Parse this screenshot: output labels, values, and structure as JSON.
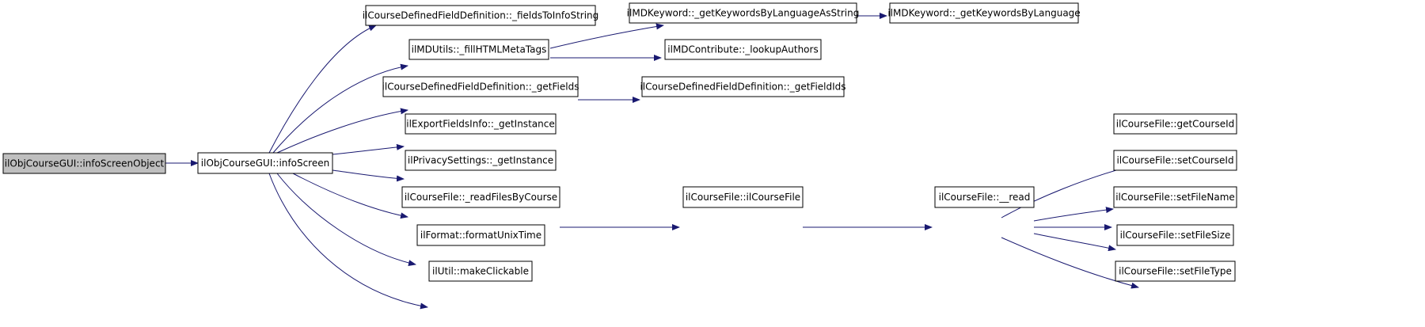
{
  "colors": {
    "edge": "#191970",
    "node_fill": "#ffffff",
    "root_fill": "#bfbfbf",
    "node_border": "#000000"
  },
  "nodes": {
    "root": "ilObjCourseGUI::infoScreenObject",
    "infoScreen": "ilObjCourseGUI::infoScreen",
    "fieldsToInfoString": "ilCourseDefinedFieldDefinition::_fieldsToInfoString",
    "fillHTMLMetaTags": "ilMDUtils::_fillHTMLMetaTags",
    "getFields": "ilCourseDefinedFieldDefinition::_getFields",
    "exportGetInstance": "ilExportFieldsInfo::_getInstance",
    "privacyGetInstance": "ilPrivacySettings::_getInstance",
    "readFilesByCourse": "ilCourseFile::_readFilesByCourse",
    "formatUnixTime": "ilFormat::formatUnixTime",
    "makeClickable": "ilUtil::makeClickable",
    "kwAsString": "ilMDKeyword::_getKeywordsByLanguageAsString",
    "kwByLang": "ilMDKeyword::_getKeywordsByLanguage",
    "lookupAuthors": "ilMDContribute::_lookupAuthors",
    "getFieldIds": "ilCourseDefinedFieldDefinition::_getFieldIds",
    "courseFileCtor": "ilCourseFile::ilCourseFile",
    "read": "ilCourseFile::__read",
    "getCourseId": "ilCourseFile::getCourseId",
    "setCourseId": "ilCourseFile::setCourseId",
    "setFileName": "ilCourseFile::setFileName",
    "setFileSize": "ilCourseFile::setFileSize",
    "setFileType": "ilCourseFile::setFileType"
  },
  "edges": [
    [
      "root",
      "infoScreen"
    ],
    [
      "infoScreen",
      "fieldsToInfoString"
    ],
    [
      "infoScreen",
      "fillHTMLMetaTags"
    ],
    [
      "infoScreen",
      "getFields"
    ],
    [
      "infoScreen",
      "exportGetInstance"
    ],
    [
      "infoScreen",
      "privacyGetInstance"
    ],
    [
      "infoScreen",
      "readFilesByCourse"
    ],
    [
      "infoScreen",
      "formatUnixTime"
    ],
    [
      "infoScreen",
      "makeClickable"
    ],
    [
      "fillHTMLMetaTags",
      "kwAsString"
    ],
    [
      "fillHTMLMetaTags",
      "lookupAuthors"
    ],
    [
      "kwAsString",
      "kwByLang"
    ],
    [
      "getFields",
      "getFieldIds"
    ],
    [
      "readFilesByCourse",
      "courseFileCtor"
    ],
    [
      "courseFileCtor",
      "read"
    ],
    [
      "read",
      "getCourseId"
    ],
    [
      "read",
      "setCourseId"
    ],
    [
      "read",
      "setFileName"
    ],
    [
      "read",
      "setFileSize"
    ],
    [
      "read",
      "setFileType"
    ]
  ]
}
